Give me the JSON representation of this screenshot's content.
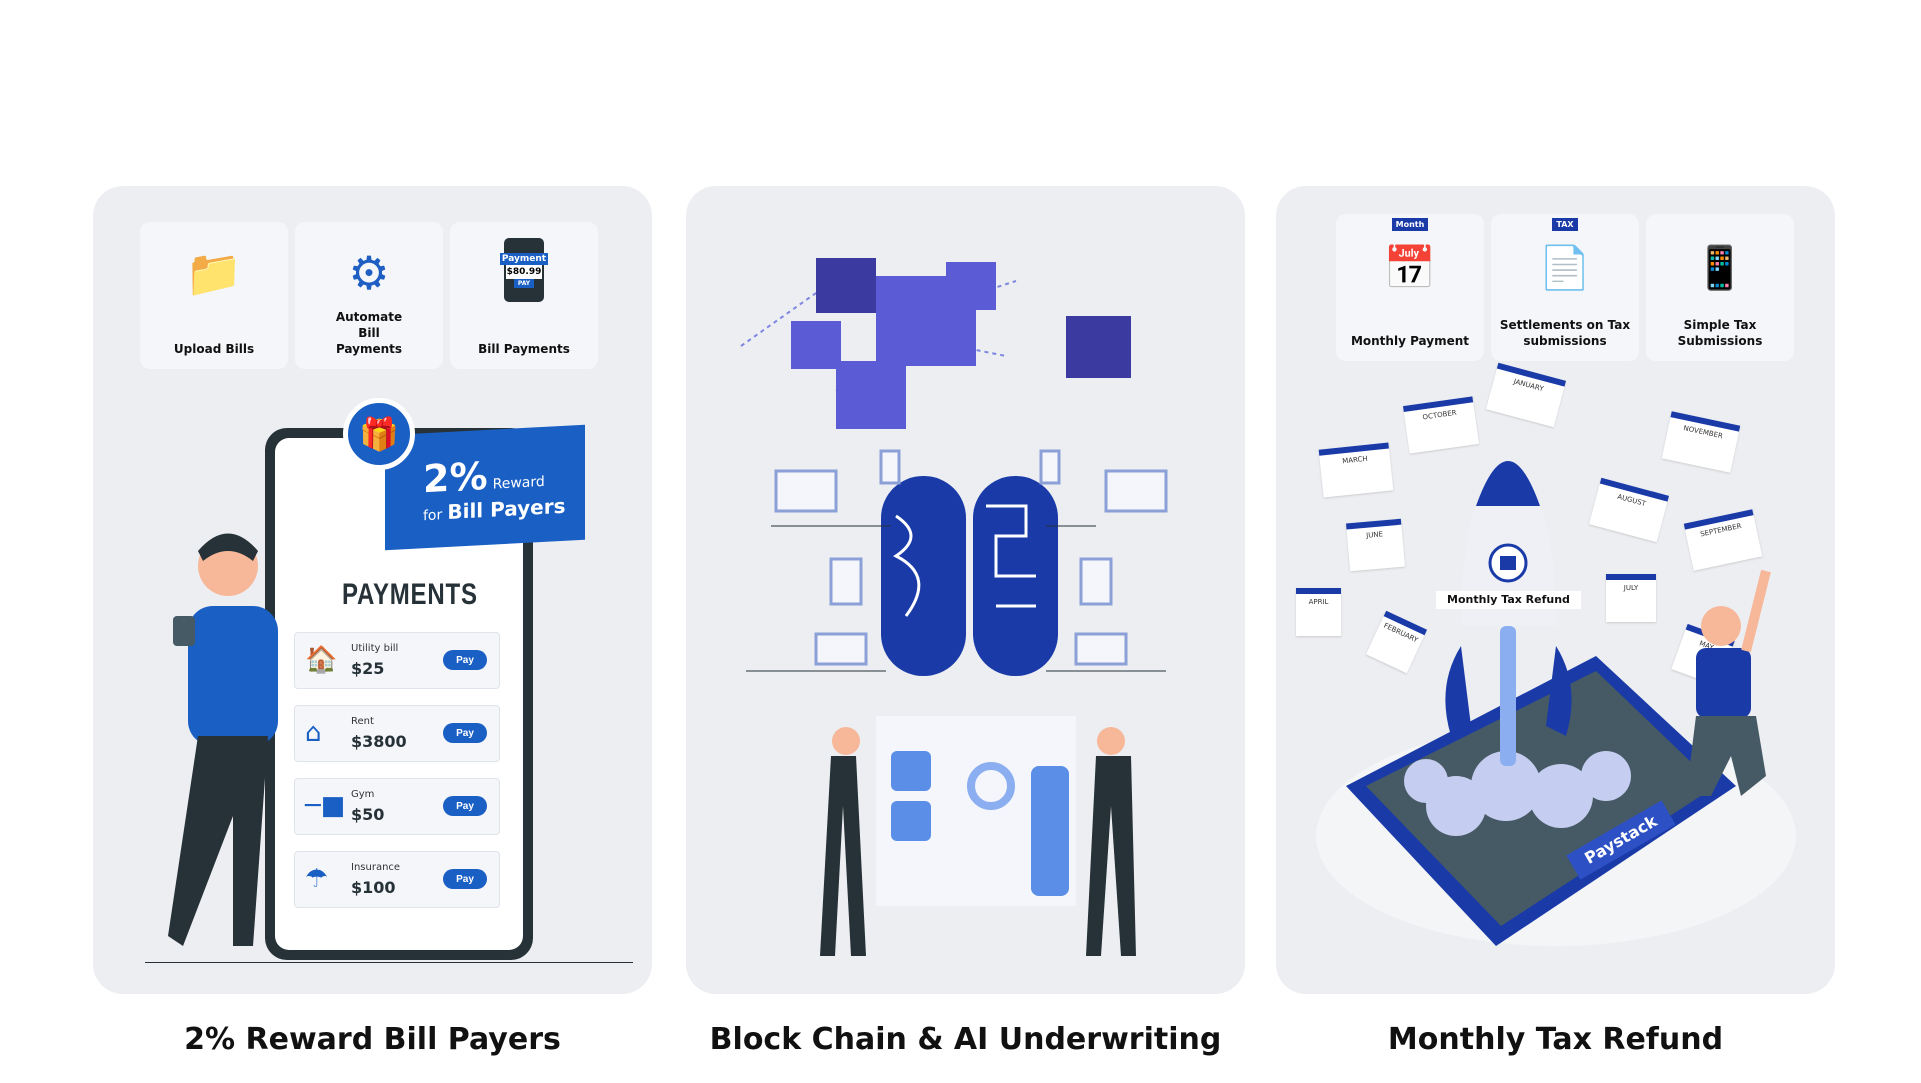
{
  "cards": [
    {
      "caption": "2% Reward Bill Payers",
      "tiles": [
        {
          "label": "Upload Bills"
        },
        {
          "label": "Automate Bill Payments"
        },
        {
          "label": "Bill Payments",
          "phone_title": "Payment",
          "phone_amount": "$80.99",
          "phone_button": "PAY"
        }
      ],
      "banner": {
        "percent": "2%",
        "reward": "Reward",
        "for": "for",
        "bill_payers": "Bill Payers"
      },
      "payments_title": "PAYMENTS",
      "rows": [
        {
          "label": "Utility bill",
          "amount": "$25",
          "button": "Pay"
        },
        {
          "label": "Rent",
          "amount": "$3800",
          "button": "Pay"
        },
        {
          "label": "Gym",
          "amount": "$50",
          "button": "Pay"
        },
        {
          "label": "Insurance",
          "amount": "$100",
          "button": "Pay"
        }
      ]
    },
    {
      "caption": "Block Chain & AI Underwriting"
    },
    {
      "caption": "Monthly Tax Refund",
      "tiles": [
        {
          "label": "Monthly Payment",
          "badge": "Month"
        },
        {
          "label": "Settlements on Tax submissions",
          "badge": "TAX"
        },
        {
          "label": "Simple Tax Submissions"
        }
      ],
      "rocket_label": "Monthly Tax Refund",
      "phone_brand": "Paystack",
      "months": [
        "JANUARY",
        "OCTOBER",
        "NOVEMBER",
        "MARCH",
        "AUGUST",
        "JUNE",
        "SEPTEMBER",
        "APRIL",
        "JULY",
        "FEBRUARY",
        "MAY"
      ]
    }
  ],
  "colors": {
    "primary": "#1a5fc4",
    "navy": "#1a3aa8",
    "card_bg": "#eceef2"
  }
}
